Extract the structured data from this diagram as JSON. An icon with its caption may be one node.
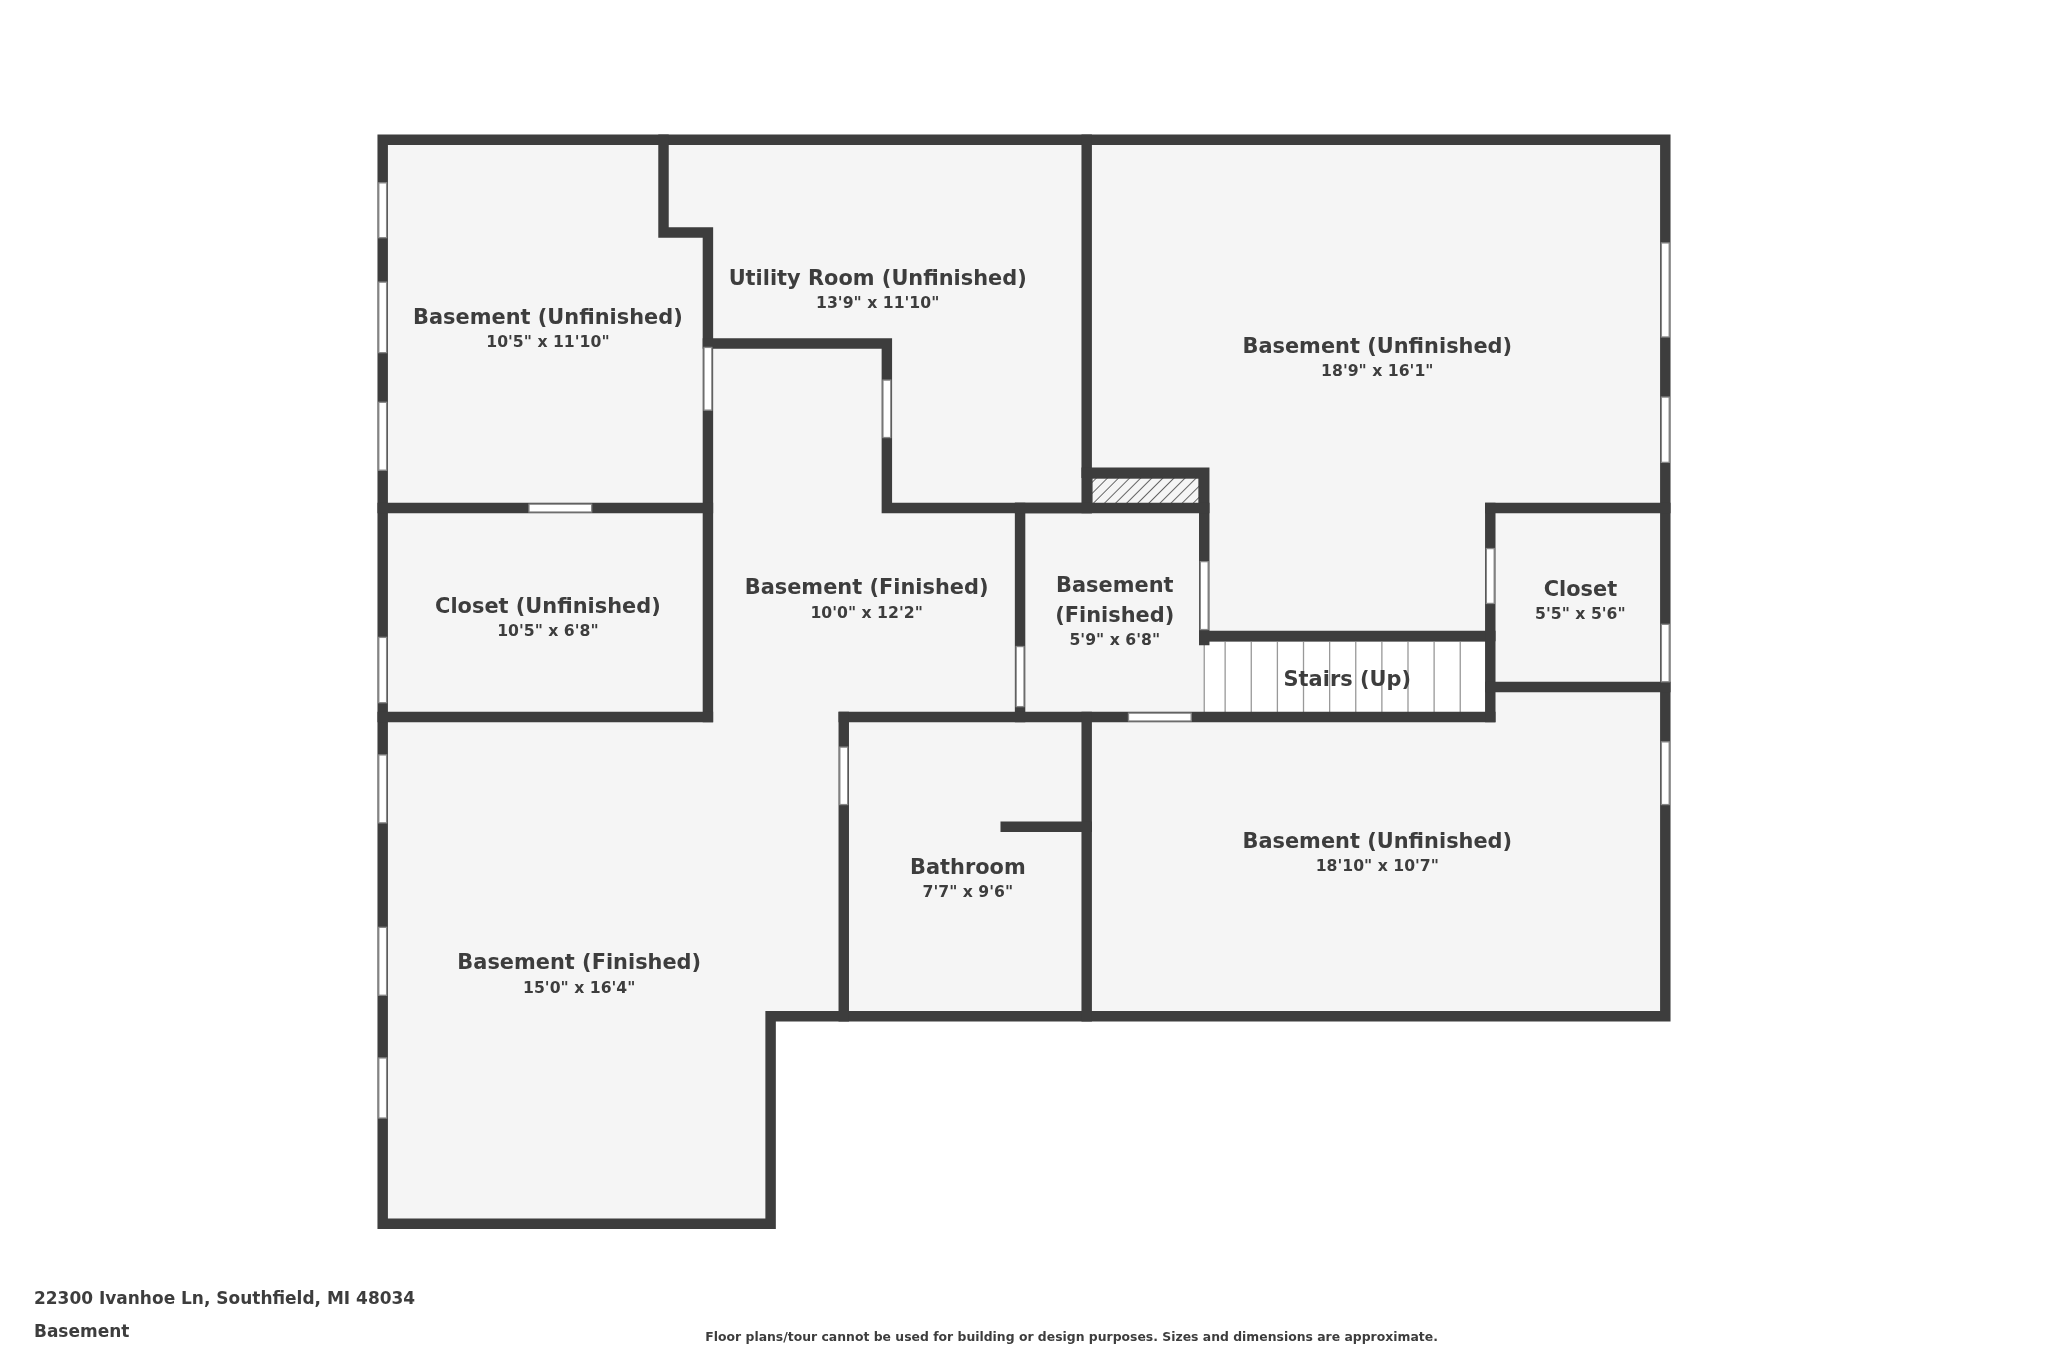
{
  "diagram": {
    "nodes": [
      {
        "text": [
          "Basement (Unfinished)",
          "10'5\" x 11'10\""
        ]
      },
      {
        "text": [
          "Utility Room (Unfinished)",
          "13'9\" x 11'10\""
        ]
      },
      {
        "text": [
          "Basement (Unfinished)",
          "18'9\" x 16'1\""
        ]
      },
      {
        "text": [
          "Closet (Unfinished)",
          "10'5\" x 6'8\""
        ]
      },
      {
        "text": [
          "Basement (Finished)",
          "10'0\" x 12'2\""
        ]
      },
      {
        "text": [
          "Basement (Finished)",
          "5'9\" x 6'8\""
        ]
      },
      {
        "text": [
          "Closet",
          "5'5\" x 5'6\""
        ]
      },
      {
        "text": [
          "Stairs (Up)"
        ]
      },
      {
        "text": [
          "Bathroom",
          "7'7\" x 9'6\""
        ]
      },
      {
        "text": [
          "Basement (Unfinished)",
          "18'10\" x 10'7\""
        ]
      },
      {
        "text": [
          "Basement (Finished)",
          "15'0\" x 16'4\""
        ]
      }
    ],
    "edges": [],
    "labels": [
      "22300 Ivanhoe Ln, Southfield, MI 48034",
      "Basement",
      "Floor plans/tour cannot be used for building or design purposes. Sizes and dimensions are approximate."
    ]
  }
}
